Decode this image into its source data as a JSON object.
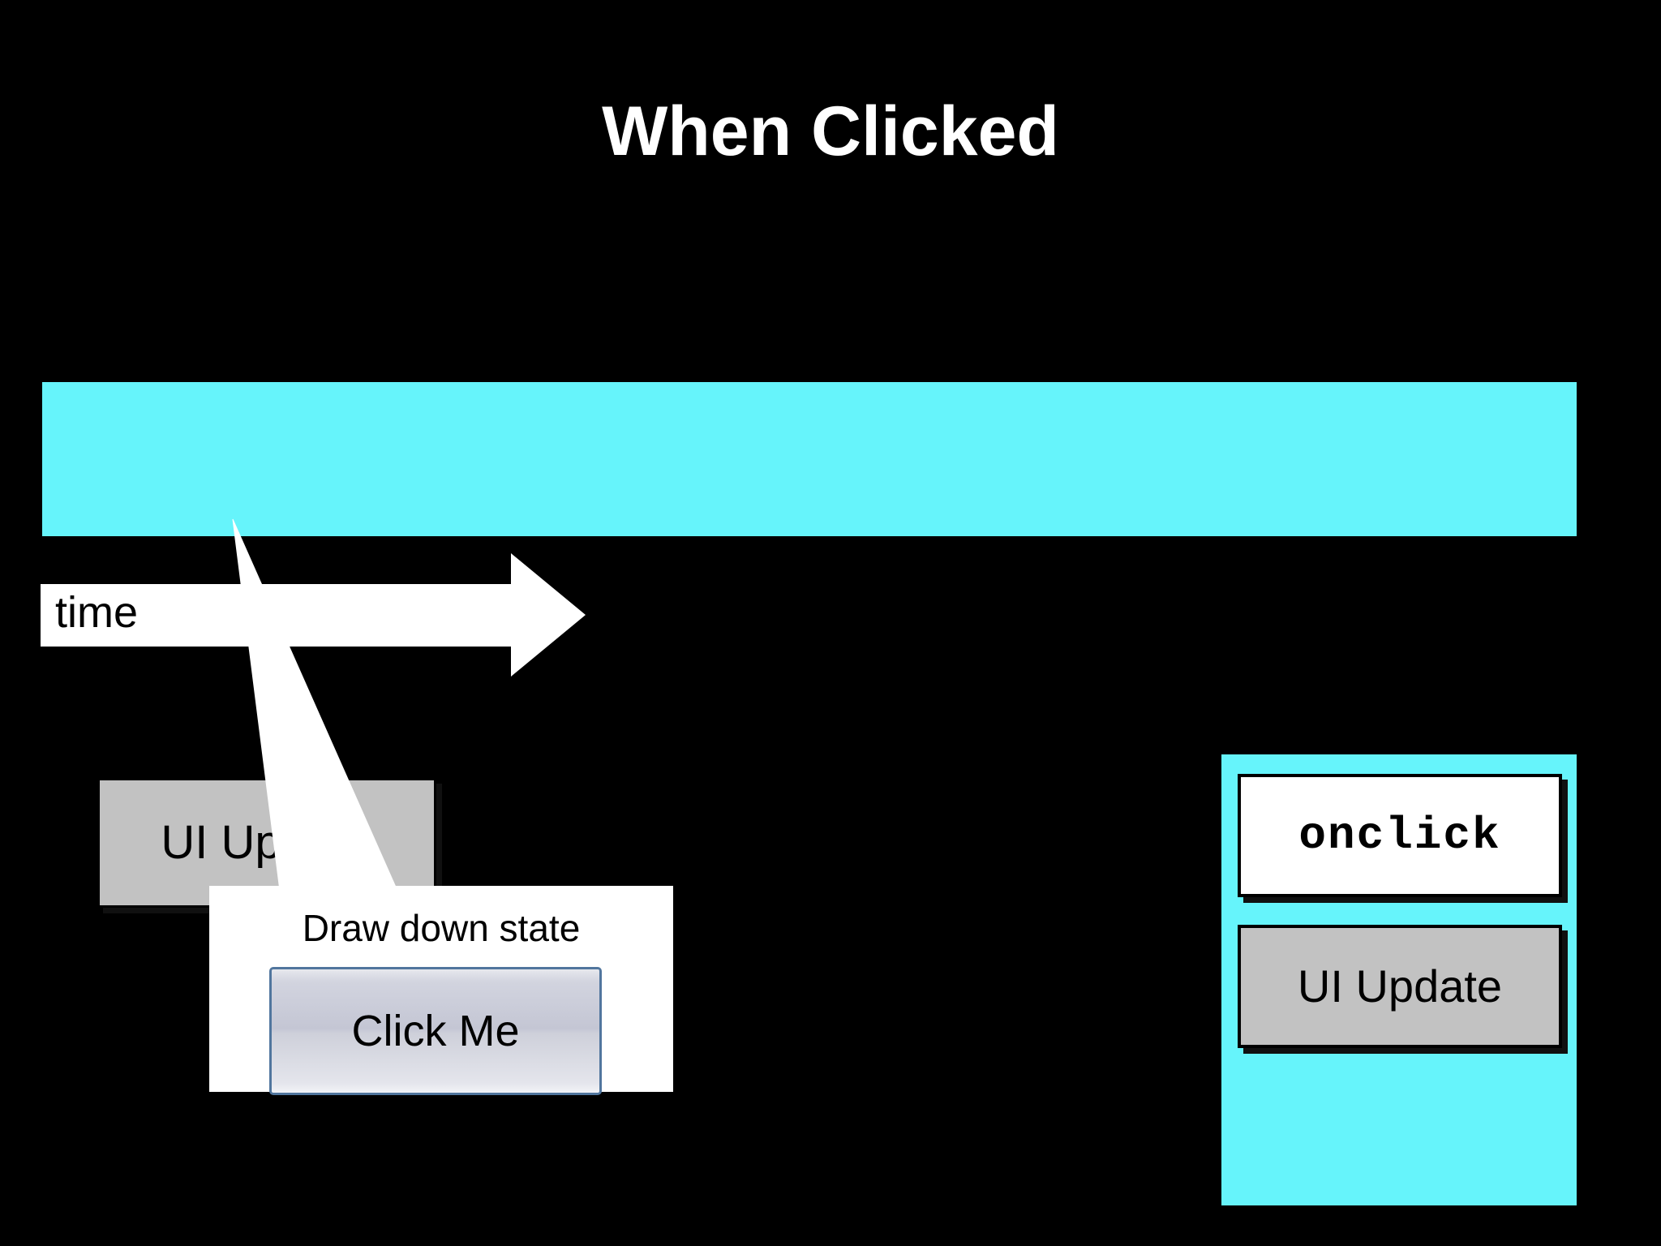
{
  "slide": {
    "title": "When Clicked",
    "background_color": "#000000",
    "title_color": "#ffffff"
  },
  "palette": {
    "cyan": "#66F4FB",
    "gray_box": "#C2C2C2",
    "white": "#FFFFFF",
    "black": "#000000",
    "button_border": "#51769E"
  },
  "timeline": {
    "band_color": "#66F4FB",
    "ui_update_label": "UI Update",
    "axis_label": "time",
    "axis_arrow_direction": "right"
  },
  "callout": {
    "title": "Draw down state",
    "button_label": "Click Me",
    "button_state": "down"
  },
  "handler_panel": {
    "panel_color": "#66F4FB",
    "event_label": "onclick",
    "ui_update_label": "UI Update"
  }
}
